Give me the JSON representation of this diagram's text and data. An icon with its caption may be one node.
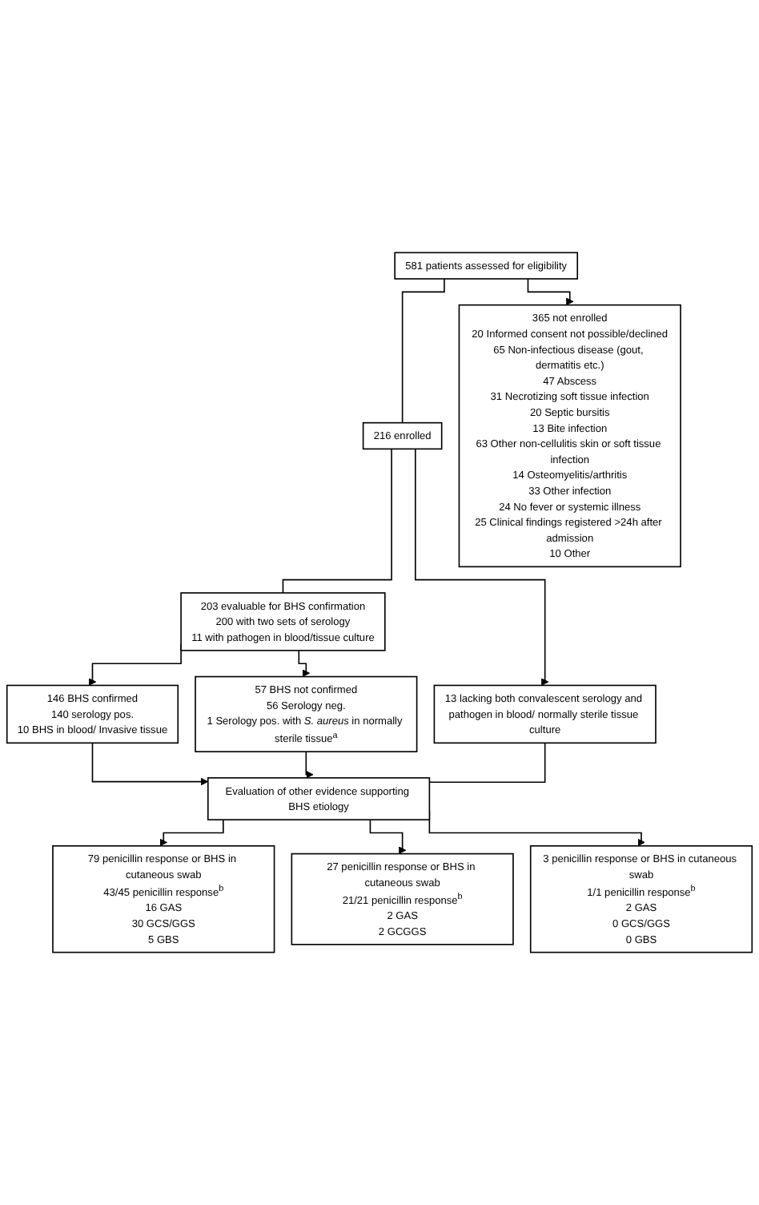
{
  "diagram": {
    "nodes": [
      {
        "text": [
          "581 patients assessed for eligibility"
        ]
      },
      {
        "text": [
          "365 not enrolled",
          "20 Informed consent not possible/declined",
          "65 Non-infectious disease (gout, dermatitis etc.)",
          "47 Abscess",
          "31 Necrotizing soft tissue infection",
          "20 Septic bursitis",
          "13 Bite infection",
          "63 Other non-cellulitis skin or soft tissue infection",
          "14 Osteomyelitis/arthritis",
          "33 Other infection",
          "24 No fever or systemic illness",
          "25 Clinical findings registered >24h after admission",
          "10 Other"
        ]
      },
      {
        "text": [
          "216 enrolled"
        ]
      },
      {
        "text": [
          "13 lacking both convalescent serology and pathogen in blood/ normally sterile tissue culture"
        ]
      },
      {
        "text": [
          "203 evaluable for BHS confirmation",
          "200 with two sets of serology",
          "11 with pathogen in blood/tissue culture"
        ]
      },
      {
        "text": [
          "146 BHS confirmed",
          "140 serology pos.",
          "10 BHS in blood/ Invasive tissue"
        ]
      },
      {
        "text": [
          "57 BHS not confirmed",
          "56 Serology neg.",
          "1 Serology pos. with *S. aureus* in normally sterile tissue$^{a}$"
        ]
      },
      {
        "text": [
          "Evaluation of other evidence supporting BHS etiology"
        ]
      },
      {
        "text": [
          "79 penicillin response or BHS in cutaneous swab",
          "43/45 penicillin response$^{b}$",
          "16 GAS",
          "30 GCS/GGS",
          "5 GBS"
        ]
      },
      {
        "text": [
          "27 penicillin response or BHS in cutaneous swab",
          "21/21 penicillin response$^{b}$",
          "2 GAS",
          "2 GCGGS"
        ]
      },
      {
        "text": [
          "3 penicillin response or BHS in cutaneous swab",
          "1/1 penicillin response$^{b}$",
          "2 GAS",
          "0 GCS/GGS",
          "0 GBS"
        ]
      }
    ],
    "edges": [
      {
        "from": 0,
        "to": 2,
        "arrow": "none"
      },
      {
        "from": 0,
        "to": 1,
        "arrow": "to"
      },
      {
        "from": 2,
        "to": 4,
        "arrow": "none"
      },
      {
        "from": 2,
        "to": 3,
        "arrow": "to"
      },
      {
        "from": 4,
        "to": 5,
        "arrow": "to"
      },
      {
        "from": 4,
        "to": 6,
        "arrow": "to"
      },
      {
        "from": 5,
        "to": 7,
        "arrow": "to"
      },
      {
        "from": 6,
        "to": 7,
        "arrow": "to"
      },
      {
        "from": 3,
        "to": 7,
        "arrow": "none"
      },
      {
        "from": 7,
        "to": 8,
        "arrow": "to"
      },
      {
        "from": 7,
        "to": 9,
        "arrow": "to"
      },
      {
        "from": 7,
        "to": 10,
        "arrow": "to"
      }
    ]
  }
}
